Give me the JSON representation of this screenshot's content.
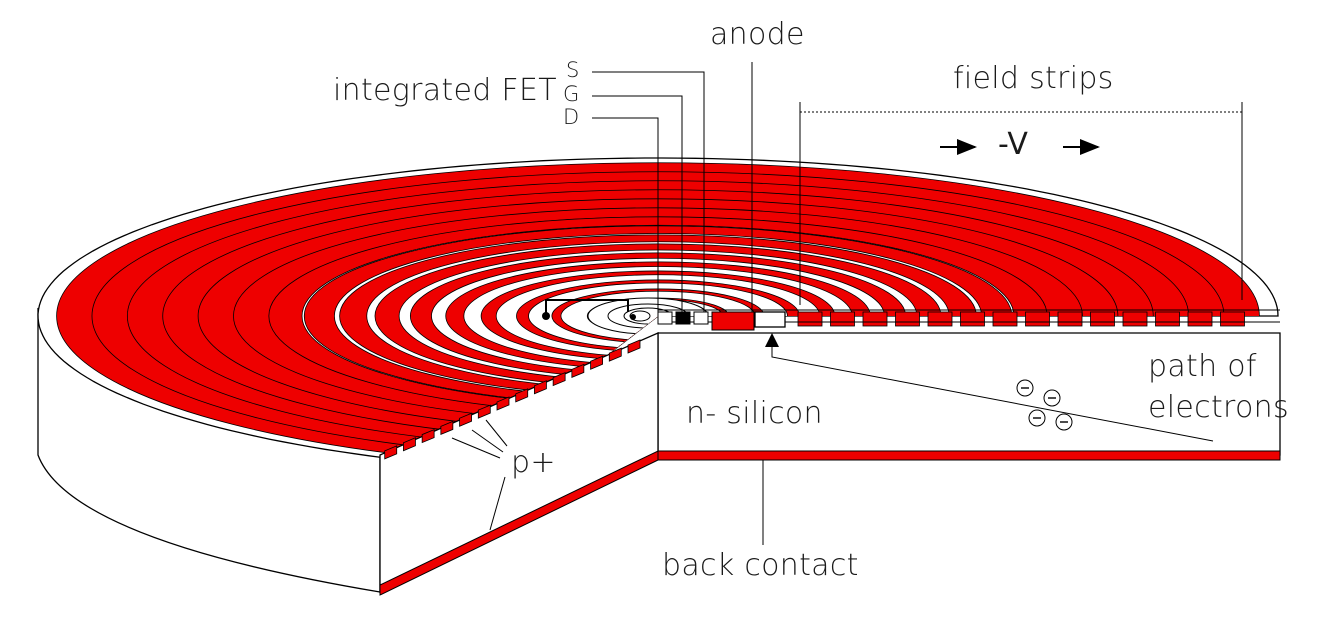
{
  "labels": {
    "anode": "anode",
    "integrated_fet": "integrated FET",
    "source": "S",
    "gate": "G",
    "drain": "D",
    "field_strips": "field strips",
    "voltage": "-V",
    "path_line1": "path of",
    "path_line2": "electrons",
    "n_silicon": "n- silicon",
    "p_plus": "p+",
    "back_contact": "back contact"
  },
  "colors": {
    "strip_red": "#ee0000",
    "outline": "#000000",
    "background": "#ffffff"
  },
  "electron_count": 4
}
